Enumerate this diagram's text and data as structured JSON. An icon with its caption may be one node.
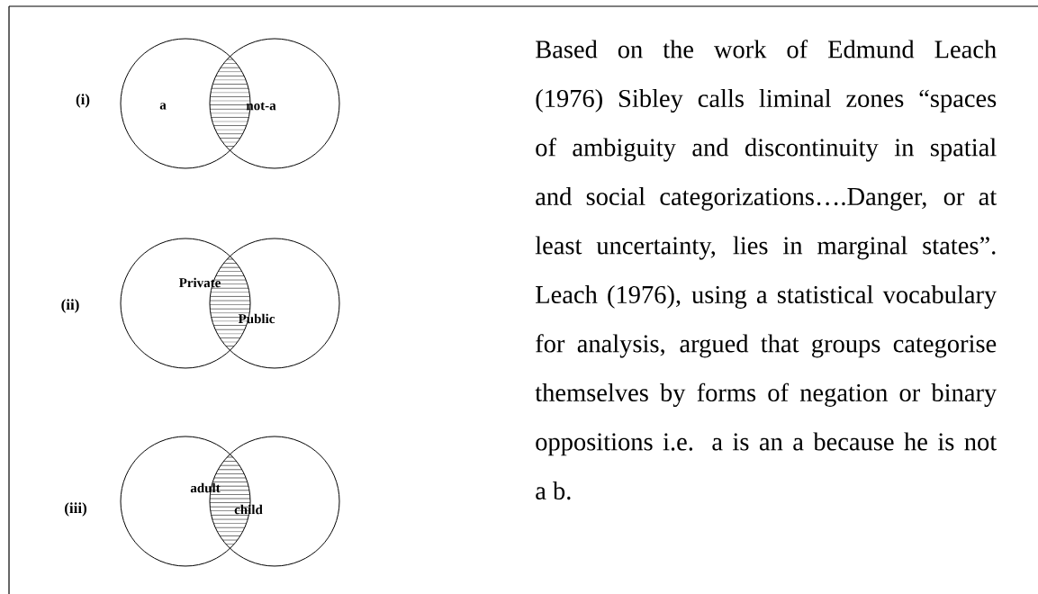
{
  "diagram": {
    "nodes": [
      {
        "text": [
          "a"
        ]
      },
      {
        "text": [
          "not-a"
        ]
      },
      {
        "text": [
          "Private"
        ]
      },
      {
        "text": [
          "Public"
        ]
      },
      {
        "text": [
          "adult"
        ]
      },
      {
        "text": [
          "child"
        ]
      }
    ],
    "labels": [
      "(i)",
      "(ii)",
      "(iii)",
      "Based on the work of Edmund Leach (1976) Sibley calls liminal zones “spaces of ambiguity and discontinuity in spatial and social categorizations….Danger, or at least uncertainty, lies in marginal states”. Leach (1976), using a statistical vocabulary for analysis, argued that groups categorise themselves by forms of negation or binary oppositions i.e. a is an a because he is not a b."
    ]
  }
}
